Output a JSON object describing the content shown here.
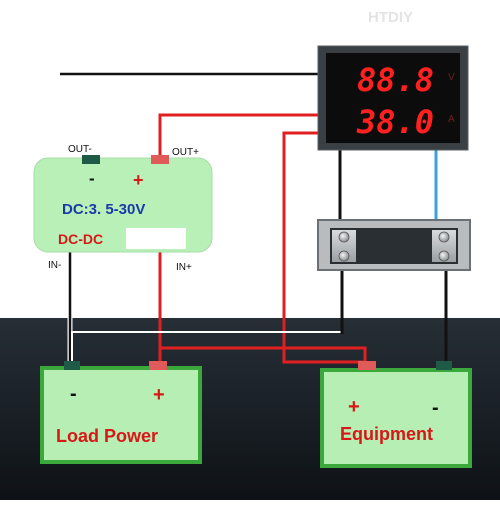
{
  "watermark": "HTDIY",
  "converter": {
    "out_minus_label": "OUT-",
    "out_plus_label": "OUT+",
    "in_minus_label": "IN-",
    "in_plus_label": "IN+",
    "minus_sign": "-",
    "plus_sign": "+",
    "range_text": "DC:3. 5-30V",
    "type_text": "DC-DC"
  },
  "meter": {
    "voltage_reading": "88.8",
    "current_reading": "38.0",
    "voltage_unit": "V",
    "current_unit": "A"
  },
  "load_battery": {
    "minus_sign": "-",
    "plus_sign": "+",
    "label": "Load Power"
  },
  "equipment_battery": {
    "plus_sign": "+",
    "minus_sign": "-",
    "label": "Equipment"
  },
  "colors": {
    "board_fill": "#b8f0b8",
    "battery_fill": "#b6eeb4",
    "battery_border": "#3aa83a",
    "wire_red": "#e02020",
    "wire_black": "#111111",
    "wire_blue": "#3aa0d8",
    "panel_dark": "#161c22",
    "meter_digits": "#ff2020",
    "label_red": "#d81818",
    "label_blue": "#1a3aa8"
  }
}
